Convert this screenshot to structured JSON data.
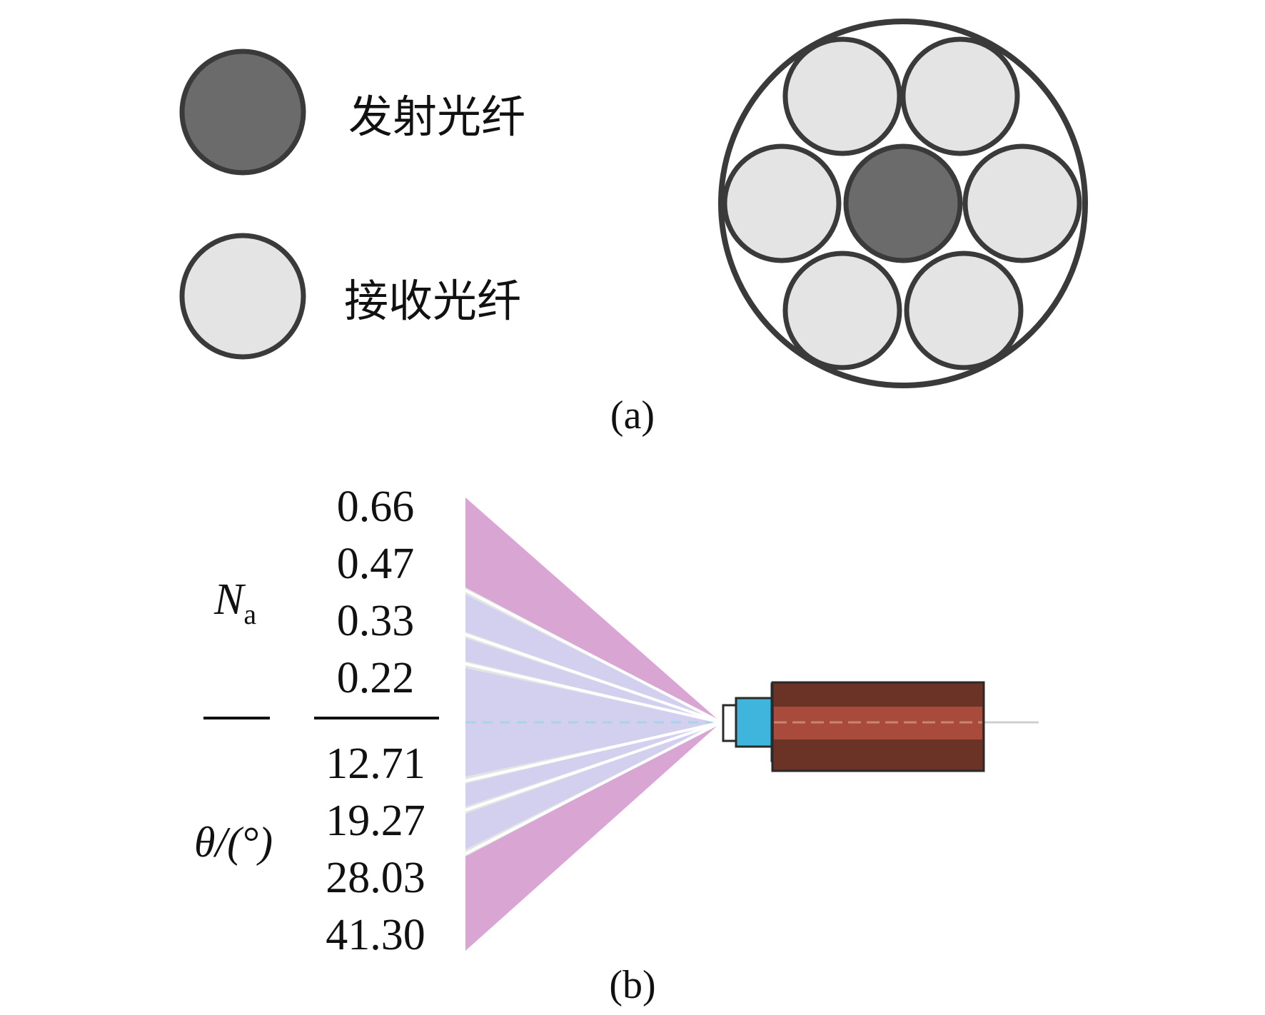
{
  "panel_a": {
    "legend": [
      {
        "label": "发射光纤",
        "color": "#6b6b6b"
      },
      {
        "label": "接收光纤",
        "color": "#e4e4e4"
      }
    ],
    "caption": "(a)",
    "colors": {
      "outline": "#3a3a3a",
      "emit_fill": "#6b6b6b",
      "receive_fill": "#e4e4e4"
    }
  },
  "panel_b": {
    "na_symbol": "N",
    "na_subscript": "a",
    "theta_label": "θ/(°)",
    "na_values": [
      "0.66",
      "0.47",
      "0.33",
      "0.22"
    ],
    "theta_values": [
      "12.71",
      "19.27",
      "28.03",
      "41.30"
    ],
    "caption": "(b)",
    "colors": {
      "cone_outer": "#d9a6d3",
      "cone_inner": "#d3d0ef",
      "cone_gap": "#e4e4e4",
      "probe_tip": "#3fb4dc",
      "probe_body": "#6b3226",
      "probe_stripe": "#a84a3c"
    }
  }
}
